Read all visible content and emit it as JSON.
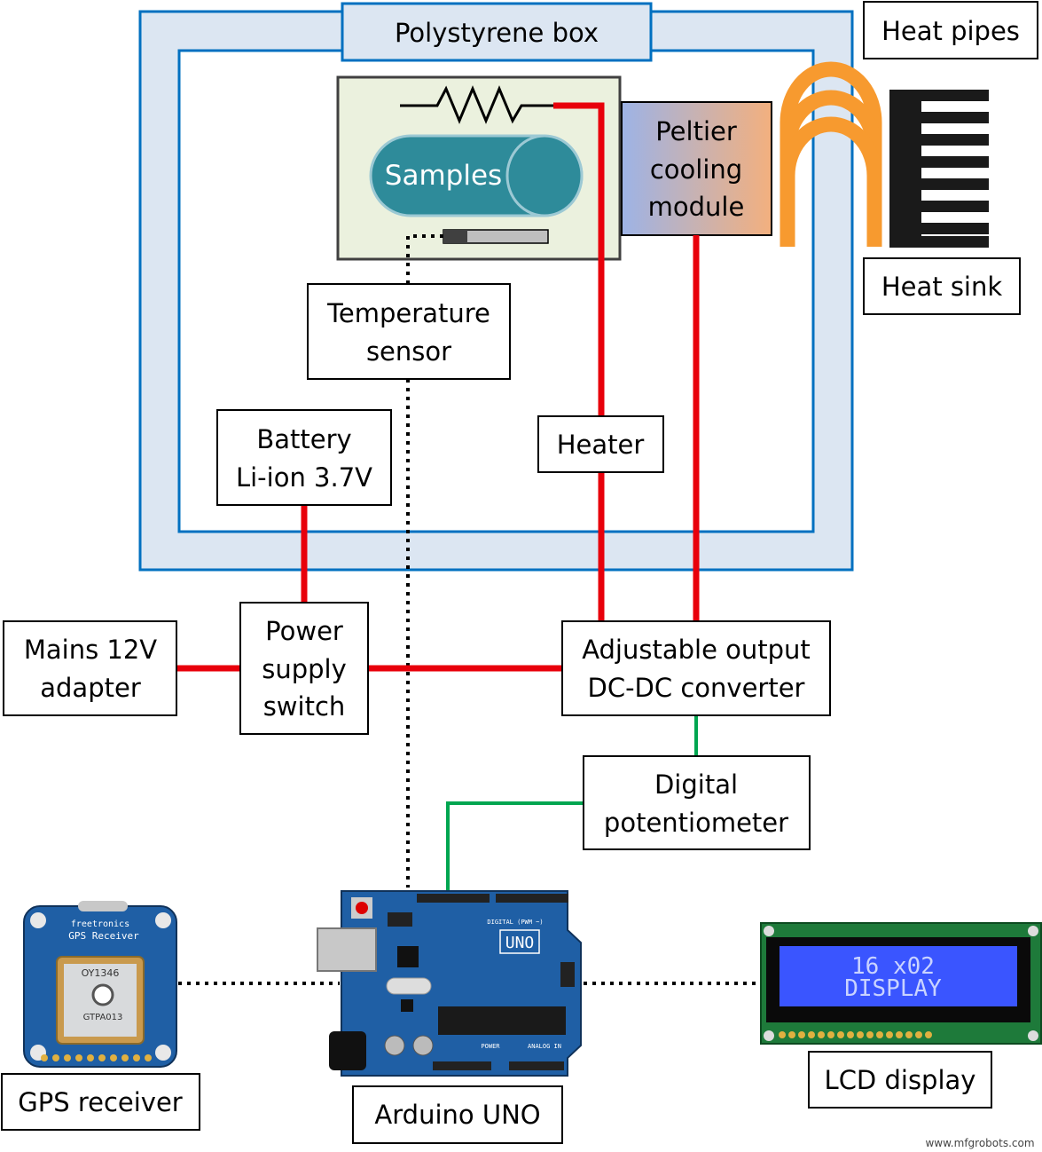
{
  "labels": {
    "polystyrene_box": "Polystyrene box",
    "heat_pipes": "Heat pipes",
    "heat_sink": "Heat sink",
    "peltier": [
      "Peltier",
      "cooling",
      "module"
    ],
    "samples": "Samples",
    "temperature_sensor": [
      "Temperature",
      "sensor"
    ],
    "battery": [
      "Battery",
      "Li-ion 3.7V"
    ],
    "heater": "Heater",
    "mains": [
      "Mains 12V",
      "adapter"
    ],
    "power_switch": [
      "Power",
      "supply",
      "switch"
    ],
    "dc_converter": [
      "Adjustable output",
      "DC-DC converter"
    ],
    "digital_pot": [
      "Digital",
      "potentiometer"
    ],
    "gps": "GPS receiver",
    "arduino": "Arduino UNO",
    "lcd": "LCD display",
    "watermark": "www.mfgrobots.com"
  },
  "lcd_screen": [
    "16 x02",
    "DISPLAY"
  ],
  "arduino_board": {
    "model": "UNO",
    "digital": "DIGITAL (PWM ~)",
    "analog": "ANALOG IN",
    "power": "POWER"
  },
  "gps_module": {
    "brand": "freetronics",
    "title": "GPS Receiver",
    "chip": "OY1346",
    "part": "GTPA013"
  },
  "colors": {
    "power_wire": "#e8000b",
    "control_wire": "#00a650",
    "insulation": "#dce6f2",
    "insulation_border": "#0070c0",
    "heat_pipe": "#f79a2f",
    "sample_holder": "#2e8b9a",
    "board_blue": "#1f5fa5"
  }
}
